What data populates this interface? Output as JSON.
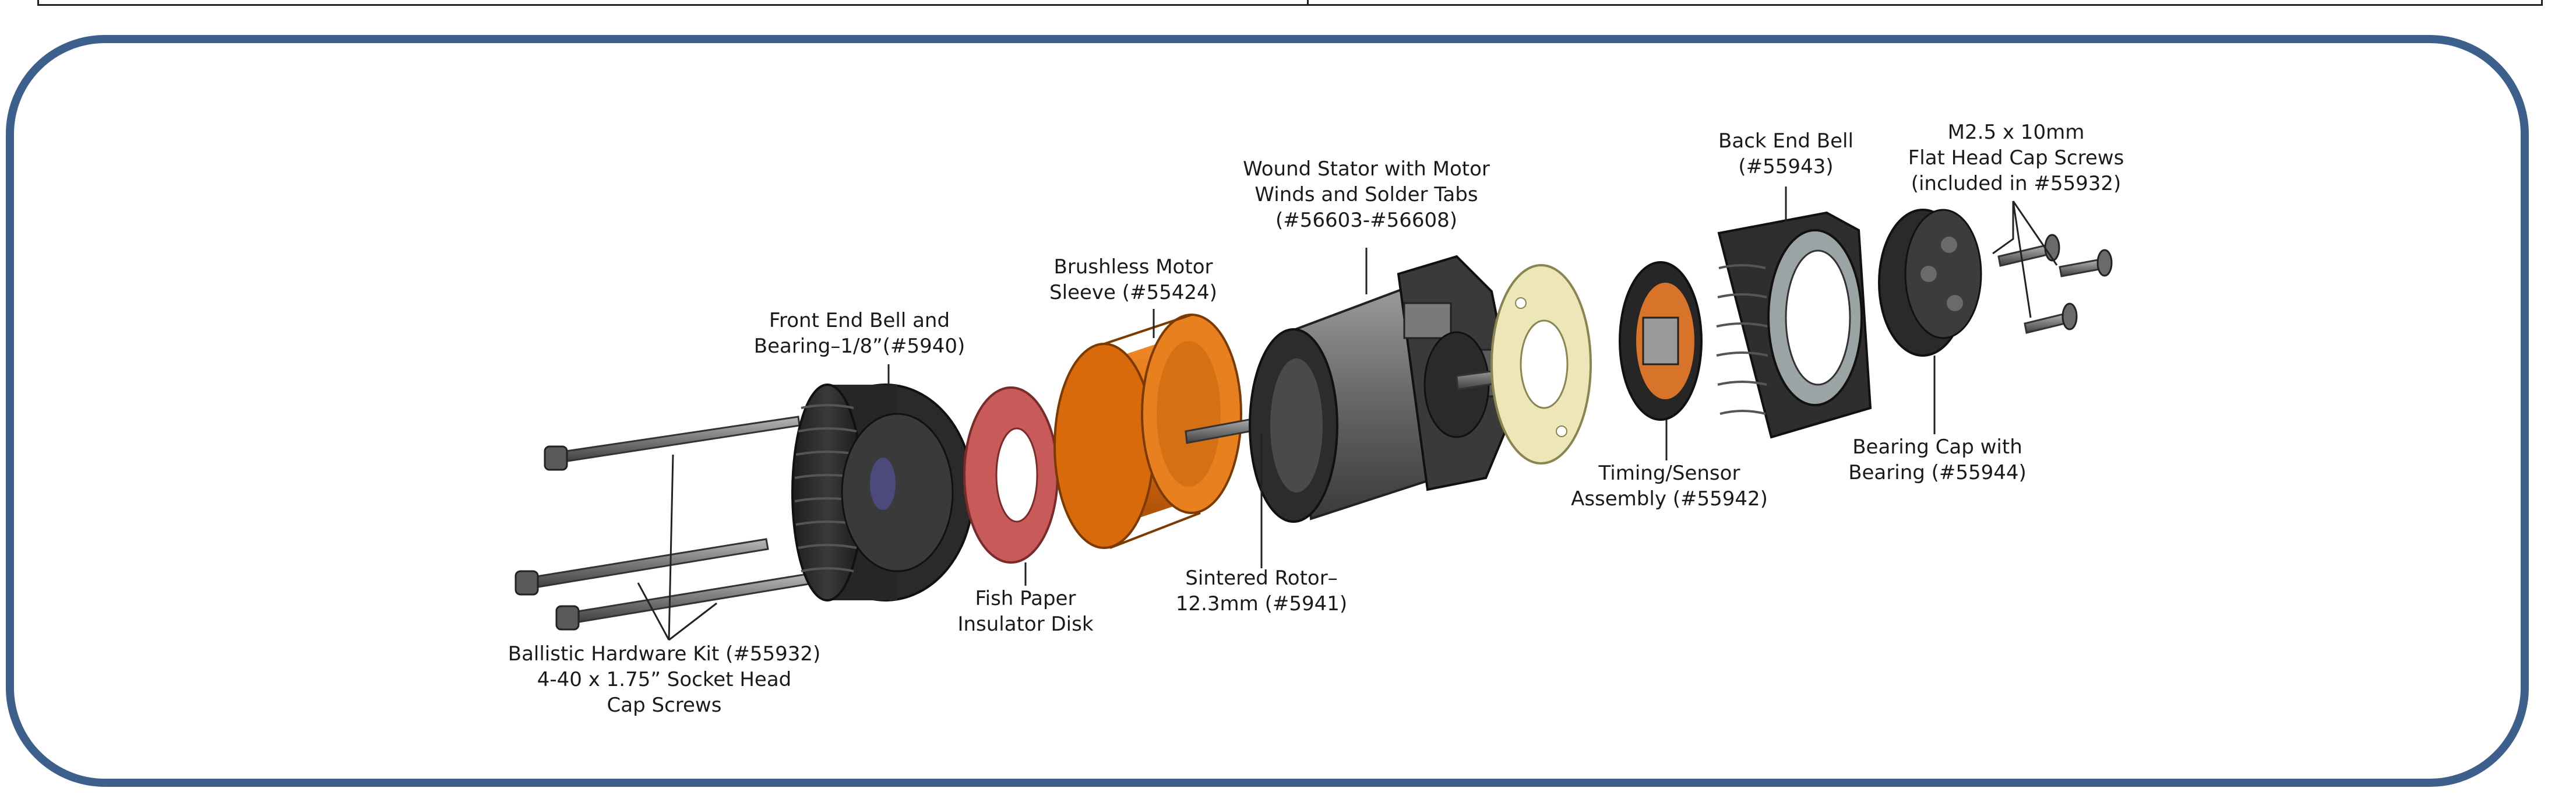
{
  "labels": {
    "front_end_bell": [
      "Front End Bell and",
      "Bearing–1/8”(#5940)"
    ],
    "brushless_sleeve": [
      "Brushless Motor",
      "Sleeve (#55424)"
    ],
    "wound_stator": [
      "Wound Stator with Motor",
      "Winds and Solder Tabs",
      "(#56603-#56608)"
    ],
    "back_end_bell": [
      "Back End Bell",
      "(#55943)"
    ],
    "flat_head_screws": [
      "M2.5 x 10mm",
      "Flat Head Cap Screws",
      "(included in #55932)"
    ],
    "bearing_cap": [
      "Bearing Cap with",
      "Bearing (#55944)"
    ],
    "timing_sensor": [
      "Timing/Sensor",
      "Assembly (#55942)"
    ],
    "sintered_rotor": [
      "Sintered Rotor–",
      "12.3mm (#5941)"
    ],
    "fish_paper": [
      "Fish Paper",
      "Insulator Disk"
    ],
    "hardware_kit": [
      "Ballistic Hardware Kit (#55932)",
      "4-40 x 1.75” Socket Head",
      "Cap Screws"
    ]
  },
  "colors": {
    "frame": "#3d5f8c",
    "sleeve": "#e07010",
    "insulator": "#c85a5a",
    "sensor_plate": "#ece6b8",
    "metal_dark": "#2b2b2b",
    "metal_mid": "#6e6e6e",
    "metal_light": "#b0b0b0"
  }
}
